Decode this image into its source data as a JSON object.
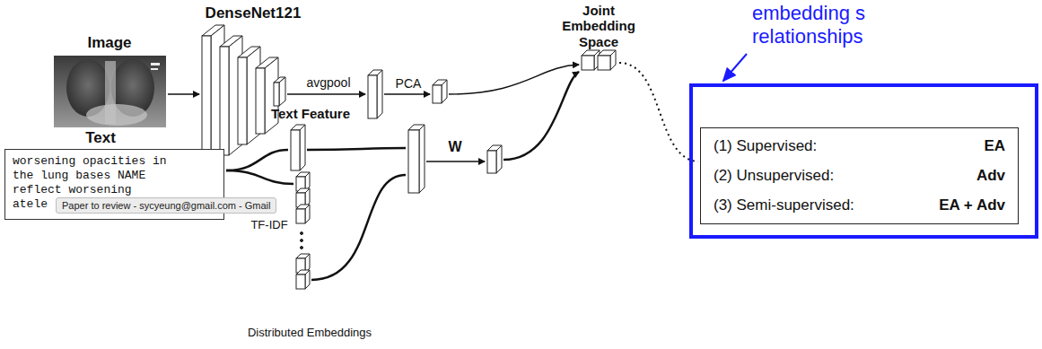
{
  "diagram": {
    "nodes": [
      {
        "text": [
          "worsening opacities in the lung bases NAME reflect worsening atele"
        ]
      },
      {
        "text": [
          "Paper to review - sycyeung@gmail.com - Gmail"
        ]
      },
      {
        "text": [
          "(1) Supervised:",
          "EA",
          "(2) Unsupervised:",
          "Adv",
          "(3) Semi-supervised:",
          "EA + Adv"
        ]
      }
    ],
    "labels": [
      "Image",
      "DenseNet121",
      "avgpool",
      "PCA",
      "Joint Embedding Space",
      "Text",
      "Text Feature",
      "TF-IDF",
      "Distributed Embeddings",
      "W",
      "embedding s relationships"
    ]
  }
}
